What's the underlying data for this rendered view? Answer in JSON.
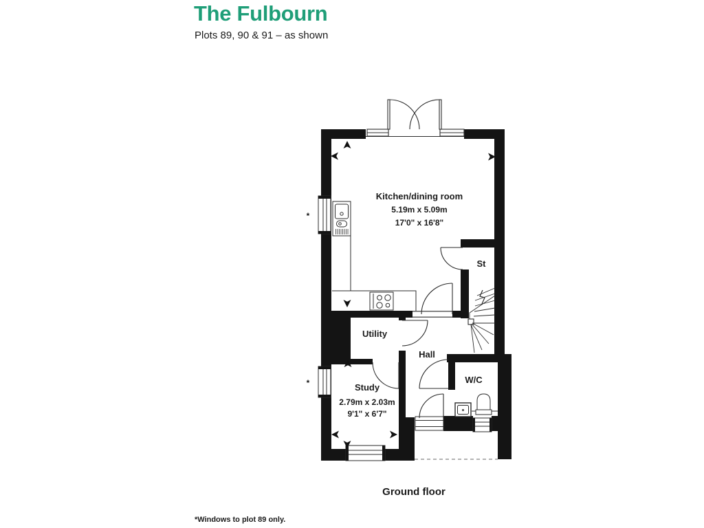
{
  "header": {
    "title": "The Fulbourn",
    "subtitle": "Plots 89, 90 & 91 – as shown"
  },
  "plan": {
    "rooms": {
      "kitchen": {
        "name": "Kitchen/dining room",
        "metric": "5.19m x 5.09m",
        "imperial": "17'0\" x 16'8\""
      },
      "study": {
        "name": "Study",
        "metric": "2.79m x 2.03m",
        "imperial": "9'1\" x 6'7\""
      },
      "utility": {
        "name": "Utility"
      },
      "hall": {
        "name": "Hall"
      },
      "store": {
        "name": "St"
      },
      "wc": {
        "name": "W/C"
      }
    },
    "markers": {
      "window_note": "*"
    },
    "floor_label": "Ground floor"
  },
  "footnote": "*Windows to plot 89 only.",
  "colors": {
    "accent": "#1f9e78",
    "ink": "#1a1a1a",
    "wall": "#141414",
    "line": "#2b2b2b"
  }
}
